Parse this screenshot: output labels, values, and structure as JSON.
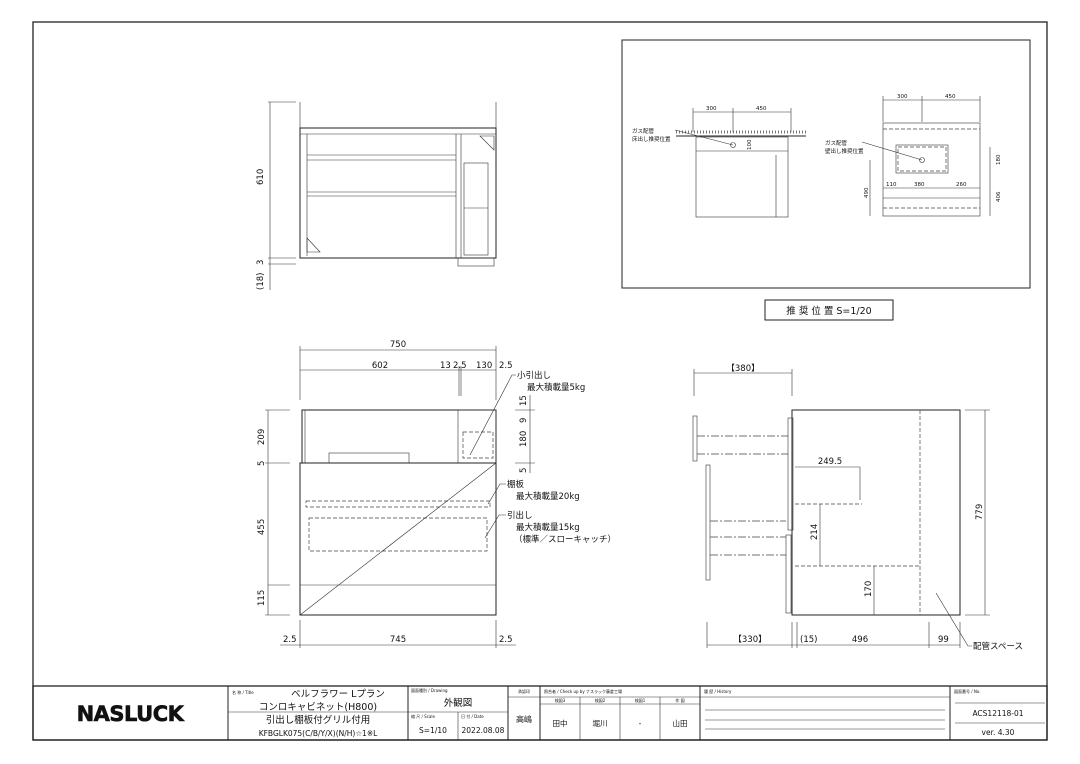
{
  "top_view": {
    "dims": {
      "height": "610",
      "gap": "3",
      "plinth": "(18)"
    }
  },
  "recommended_position": {
    "caption": "推 奨 位 置 S=1/20",
    "floor_view": {
      "dim_left": "300",
      "dim_right": "450",
      "dim_depth": "100",
      "label_line1": "ガス配管",
      "label_line2": "床出し推奨位置"
    },
    "wall_view": {
      "dim_left": "300",
      "dim_right": "450",
      "label_line1": "ガス配管",
      "label_line2": "壁出し推奨位置",
      "dim_110": "110",
      "dim_380": "380",
      "dim_260": "260",
      "dim_180": "180",
      "dim_490": "490",
      "dim_406": "406"
    }
  },
  "front_view": {
    "dims": {
      "total_width": "750",
      "w602": "602",
      "w13": "13",
      "w2_5a": "2.5",
      "w130": "130",
      "w2_5b": "2.5",
      "h209": "209",
      "h5": "5",
      "h455": "455",
      "h115": "115",
      "r15": "15",
      "r9": "9",
      "r180": "180",
      "r5": "5",
      "b2_5l": "2.5",
      "b745": "745",
      "b2_5r": "2.5"
    },
    "notes": {
      "small_drawer": "小引出し",
      "small_drawer_load": "最大積載量5kg",
      "shelf": "棚板",
      "shelf_load": "最大積載量20kg",
      "drawer": "引出し",
      "drawer_load": "最大積載量15kg",
      "drawer_type": "（標準／スローキャッチ）"
    }
  },
  "side_view": {
    "dims": {
      "open_top": "【380】",
      "d249": "249.5",
      "d214": "214",
      "d170": "170",
      "h779": "779",
      "open_bottom": "【330】",
      "d15": "(15)",
      "d496": "496",
      "d99": "99"
    },
    "pipe_space": "配管スペース"
  },
  "title_block": {
    "logo": "NASLUCK",
    "title_label": "名 称 / Title",
    "title_line1": "ベルフラワー Lプラン",
    "title_line2": "コンロキャビネット(H800)",
    "title_line3": "引出し棚板付グリル付用",
    "title_line4": "KFBGLK075(C/B/Y/X)(N/H)☆1※L",
    "drawing_label": "図面種別 / Drawing",
    "drawing_value": "外観図",
    "scale_label": "縮 尺 / Scale",
    "scale_value": "S=1/10",
    "date_label": "日 付 / Date",
    "date_value": "2022.08.08",
    "approval_label": "承認印",
    "approval_value": "高嶋",
    "check_label": "照合者 / Check up by ナスラック藤倉工場",
    "check_cols": [
      {
        "head": "検図3",
        "value": "田中"
      },
      {
        "head": "検図2",
        "value": "堀川"
      },
      {
        "head": "検図1",
        "value": "-"
      },
      {
        "head": "作 図",
        "value": "山田"
      }
    ],
    "history_label": "履 歴 / History",
    "number_label": "図面番号 / No.",
    "number_value": "ACS12118-01",
    "version": "ver. 4.30"
  }
}
